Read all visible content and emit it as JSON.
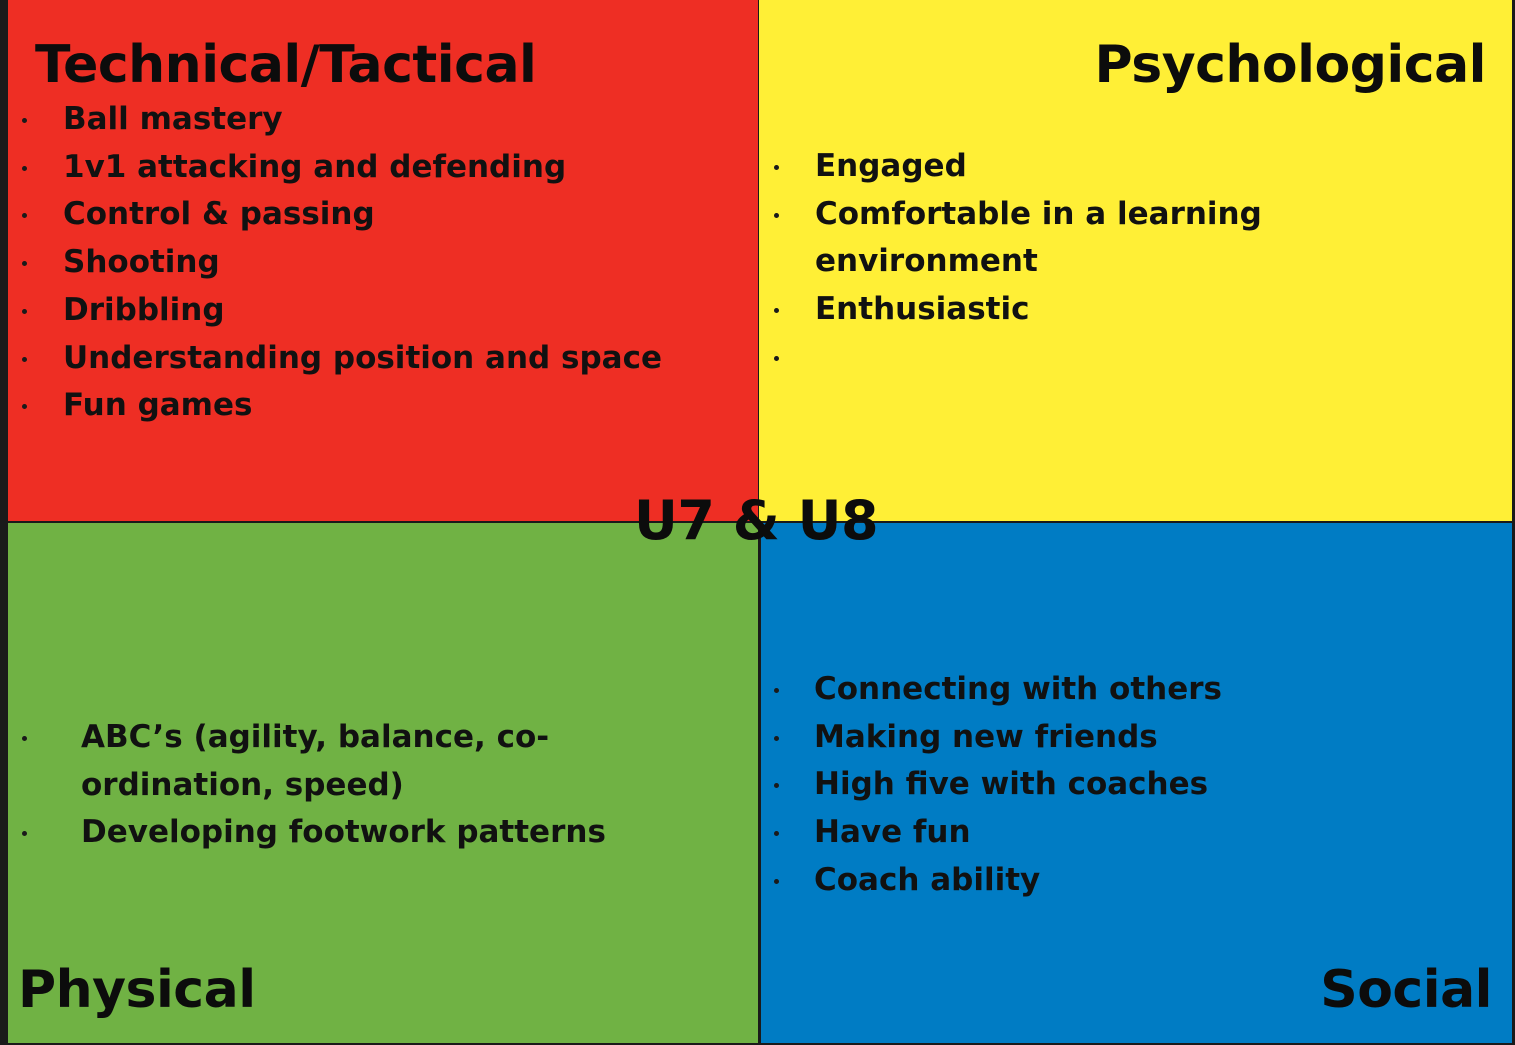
{
  "colors": {
    "technical_bg": "#EE2E24",
    "psychological_bg": "#FFEF36",
    "physical_bg": "#70B244",
    "social_bg": "#007CC4",
    "frame": "#1a1a1a"
  },
  "center_label": "U7 & U8",
  "quadrants": {
    "technical": {
      "title": "Technical/Tactical",
      "items": [
        [
          "Ball mastery"
        ],
        [
          "1v1 attacking and defending"
        ],
        [
          "Control & passing"
        ],
        [
          "Shooting"
        ],
        [
          "Dribbling"
        ],
        [
          "Understanding position and space"
        ],
        [
          "Fun games"
        ]
      ]
    },
    "psychological": {
      "title": "Psychological",
      "items": [
        [
          "Engaged"
        ],
        [
          "Comfortable in a learning",
          "environment"
        ],
        [
          "Enthusiastic"
        ],
        [
          ""
        ]
      ]
    },
    "physical": {
      "title": "Physical",
      "items": [
        [
          "ABC’s (agility, balance, co-",
          "ordination, speed)"
        ],
        [
          "Developing footwork patterns"
        ]
      ]
    },
    "social": {
      "title": "Social",
      "items": [
        [
          "Connecting with others"
        ],
        [
          "Making new friends"
        ],
        [
          "High five with coaches"
        ],
        [
          "Have fun"
        ],
        [
          "Coach ability"
        ]
      ]
    }
  }
}
